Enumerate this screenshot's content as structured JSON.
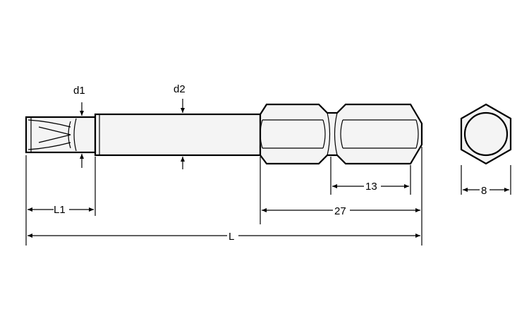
{
  "labels": {
    "d1": "d1",
    "d2": "d2",
    "L1": "L1",
    "L": "L",
    "dim_27": "27",
    "dim_13": "13",
    "dim_8": "8"
  },
  "colors": {
    "line": "#000000",
    "fill": "#f4f4f4",
    "background": "#ffffff"
  }
}
